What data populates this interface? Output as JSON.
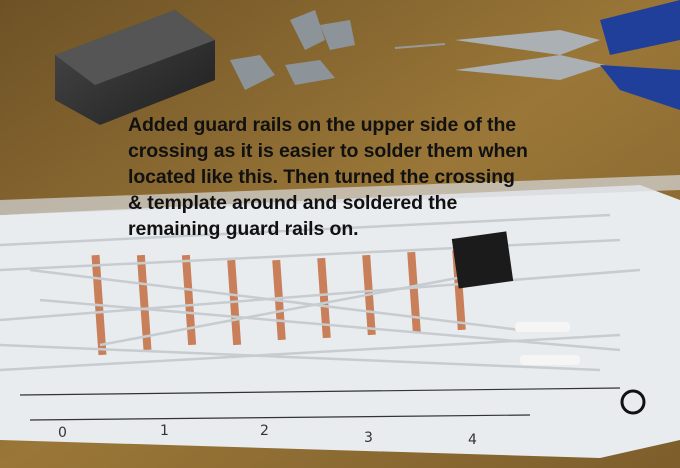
{
  "caption": {
    "lines": [
      "Added guard rails on the upper side of the",
      "crossing as it is easier to solder them when",
      "located like this.  Then turned the crossing",
      "& template around and soldered the",
      "remaining guard rails on."
    ]
  },
  "template_scale": {
    "labels": [
      "0",
      "1",
      "2",
      "3",
      "4"
    ]
  },
  "colors": {
    "bench": "#8b6b34",
    "paper": "#e9ecef",
    "caption_text": "#111111",
    "pliers_handle": "#1f3f9a"
  }
}
